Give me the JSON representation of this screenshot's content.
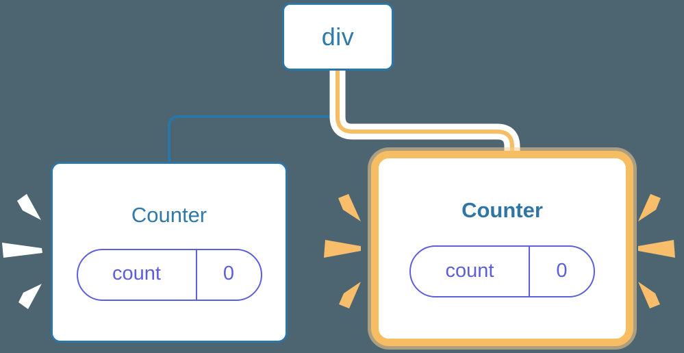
{
  "background_color": "#4c6570",
  "colors": {
    "blue_stroke": "#2b76a8",
    "blue_text": "#2f7aa8",
    "orange_highlight": "#f7bd62",
    "orange_glow": "#facd8f",
    "state_indigo": "#5b5fd9",
    "node_fill": "#ffffff",
    "sparkle_white": "#ffffff",
    "sparkle_orange": "#f8be6c"
  },
  "tree": {
    "root": {
      "label": "div",
      "highlighted": false
    },
    "children": [
      {
        "title": "Counter",
        "highlighted": false,
        "bold_title": false,
        "state": {
          "key": "count",
          "value": "0"
        },
        "sparkle_color": "#ffffff"
      },
      {
        "title": "Counter",
        "highlighted": true,
        "bold_title": true,
        "state": {
          "key": "count",
          "value": "0"
        },
        "sparkle_color": "#f8be6c"
      }
    ]
  },
  "edges": [
    {
      "name": "edge-div-to-counter-a",
      "from": "div",
      "to": "counter-a",
      "color": "#2b76a8",
      "highlighted": false
    },
    {
      "name": "edge-div-to-counter-b",
      "from": "div",
      "to": "counter-b",
      "color": "#f7bd62",
      "highlighted": true
    }
  ],
  "sparkle_groups": [
    {
      "name": "sparkles-counter-a-left",
      "direction": "left",
      "color": "#ffffff"
    },
    {
      "name": "sparkles-counter-b-left",
      "direction": "left",
      "color": "#f8be6c"
    },
    {
      "name": "sparkles-counter-b-right",
      "direction": "right",
      "color": "#f8be6c"
    }
  ]
}
